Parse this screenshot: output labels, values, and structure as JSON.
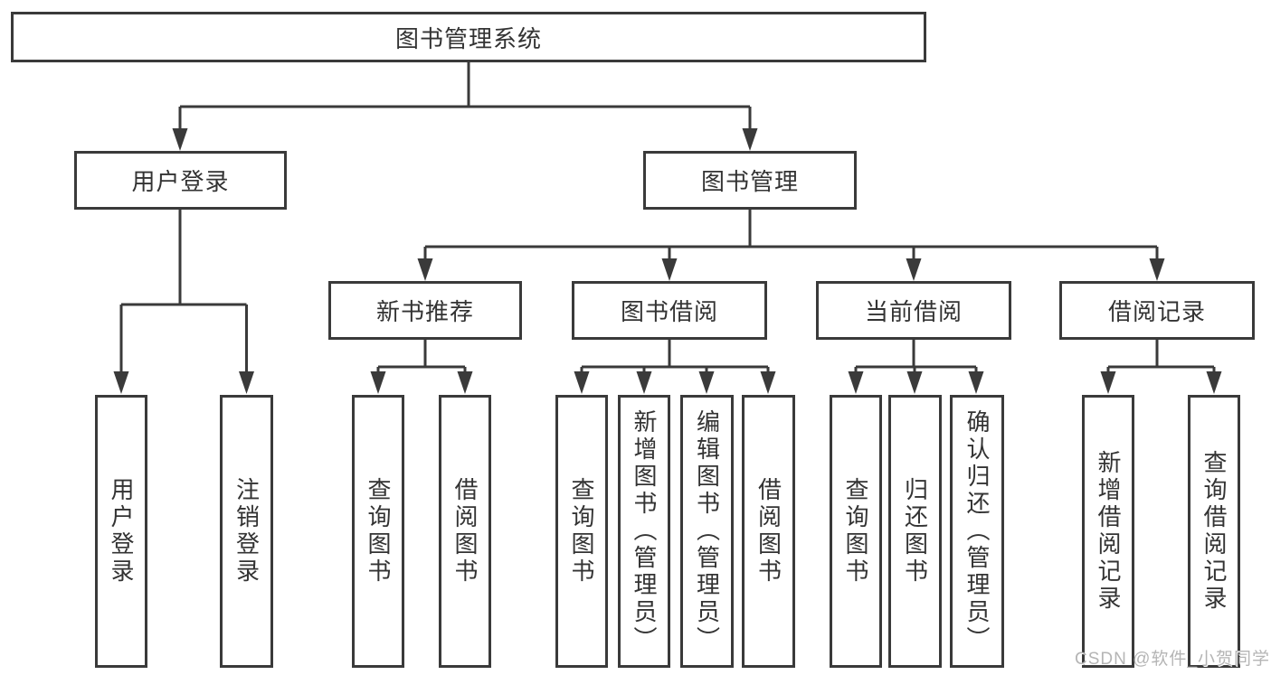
{
  "diagram": {
    "root": {
      "label": "图书管理系统"
    },
    "level2": [
      {
        "label": "用户登录"
      },
      {
        "label": "图书管理"
      }
    ],
    "level3": [
      {
        "label": "新书推荐"
      },
      {
        "label": "图书借阅"
      },
      {
        "label": "当前借阅"
      },
      {
        "label": "借阅记录"
      }
    ],
    "leaves": {
      "user_login": [
        "用户登录",
        "注销登录"
      ],
      "new_book": [
        "查询图书",
        "借阅图书"
      ],
      "book_borrow": [
        "查询图书",
        "新增图书（管理员）",
        "编辑图书（管理员）",
        "借阅图书"
      ],
      "current_borrow": [
        "查询图书",
        "归还图书",
        "确认归还（管理员）"
      ],
      "borrow_record": [
        "新增借阅记录",
        "查询借阅记录"
      ]
    }
  },
  "watermark": {
    "text": "CSDN @软件_小贺同学"
  },
  "colors": {
    "line": "#3a3a3a",
    "text": "#333333",
    "watermark": "#b5b5b5",
    "background": "#ffffff"
  }
}
